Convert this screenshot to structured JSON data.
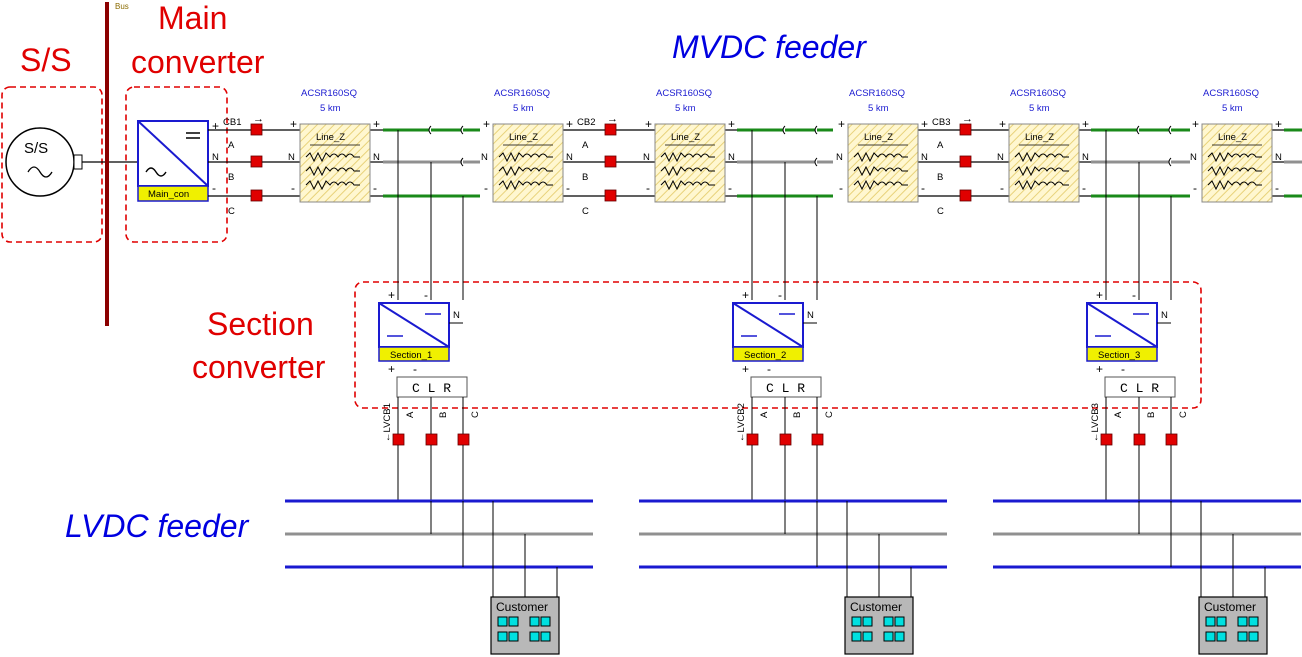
{
  "labels": {
    "ss_title": "S/S",
    "main_converter_line1": "Main",
    "main_converter_line2": "converter",
    "mvdc_feeder": "MVDC  feeder",
    "lvdc_feeder": "LVDC  feeder",
    "section_converter_line1": "Section",
    "section_converter_line2": "converter",
    "bus": "Bus"
  },
  "source": {
    "label": "S/S"
  },
  "main_converter": {
    "name": "Main_con",
    "pins": [
      "+",
      "N",
      "-"
    ],
    "phases": [
      "A",
      "B",
      "C"
    ]
  },
  "lines": [
    {
      "conductor": "ACSR160SQ",
      "length": "5 km",
      "name": "Line_Z"
    },
    {
      "conductor": "ACSR160SQ",
      "length": "5 km",
      "name": "Line_Z"
    },
    {
      "conductor": "ACSR160SQ",
      "length": "5 km",
      "name": "Line_Z"
    },
    {
      "conductor": "ACSR160SQ",
      "length": "5 km",
      "name": "Line_Z"
    },
    {
      "conductor": "ACSR160SQ",
      "length": "5 km",
      "name": "Line_Z"
    },
    {
      "conductor": "ACSR160SQ",
      "length": "5 km",
      "name": "Line_Z"
    }
  ],
  "breakers": [
    {
      "name": "CB1",
      "phases": [
        "A",
        "B",
        "C"
      ]
    },
    {
      "name": "CB2",
      "phases": [
        "A",
        "B",
        "C"
      ]
    },
    {
      "name": "CB3",
      "phases": [
        "A",
        "B",
        "C"
      ]
    }
  ],
  "sections": [
    {
      "name": "Section_1",
      "clr": "C L R",
      "lvcb": "LVCB1",
      "phases": [
        "A",
        "B",
        "C"
      ],
      "customer": "Customer"
    },
    {
      "name": "Section_2",
      "clr": "C L R",
      "lvcb": "LVCB2",
      "phases": [
        "A",
        "B",
        "C"
      ],
      "customer": "Customer"
    },
    {
      "name": "Section_3",
      "clr": "C L R",
      "lvcb": "LVCB3",
      "phases": [
        "A",
        "B",
        "C"
      ],
      "customer": "Customer"
    }
  ],
  "colors": {
    "annotation_red": "#e00000",
    "annotation_blue": "#0000e0",
    "mv_positive": "#1a8a1a",
    "neutral": "#909090",
    "lv_bus": "#1a1ad0",
    "bus_bar": "#8b0000",
    "breaker": "#e00000",
    "converter_border": "#1a1ad0",
    "converter_tag": "#f0f000"
  }
}
